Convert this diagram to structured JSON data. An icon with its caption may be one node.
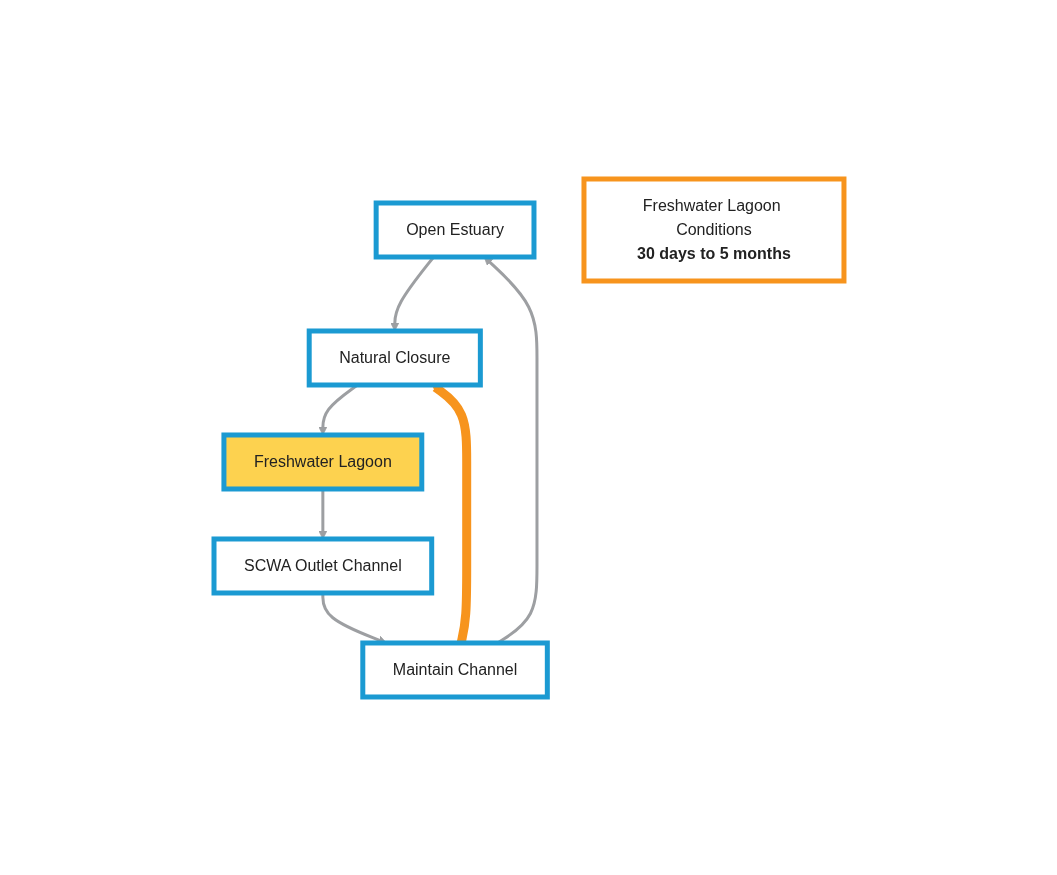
{
  "diagram": {
    "nodes": [
      {
        "text": [
          "Open Estuary"
        ]
      },
      {
        "text": [
          "Natural Closure"
        ]
      },
      {
        "text": [
          "Freshwater Lagoon"
        ]
      },
      {
        "text": [
          "SCWA Outlet Channel"
        ]
      },
      {
        "text": [
          "Maintain Channel"
        ]
      },
      {
        "text": [
          "Freshwater Lagoon Conditions",
          "30 days to 5 months"
        ]
      }
    ],
    "edges": [
      {
        "from": 0,
        "to": 1,
        "arrow": "to"
      },
      {
        "from": 1,
        "to": 2,
        "arrow": "to"
      },
      {
        "from": 2,
        "to": 3,
        "arrow": "to"
      },
      {
        "from": 3,
        "to": 4,
        "arrow": "to"
      },
      {
        "from": 4,
        "to": 0,
        "arrow": "to"
      },
      {
        "from": 4,
        "to": 1,
        "arrow": "to",
        "style": "thick",
        "color": "#f7941d"
      }
    ]
  }
}
